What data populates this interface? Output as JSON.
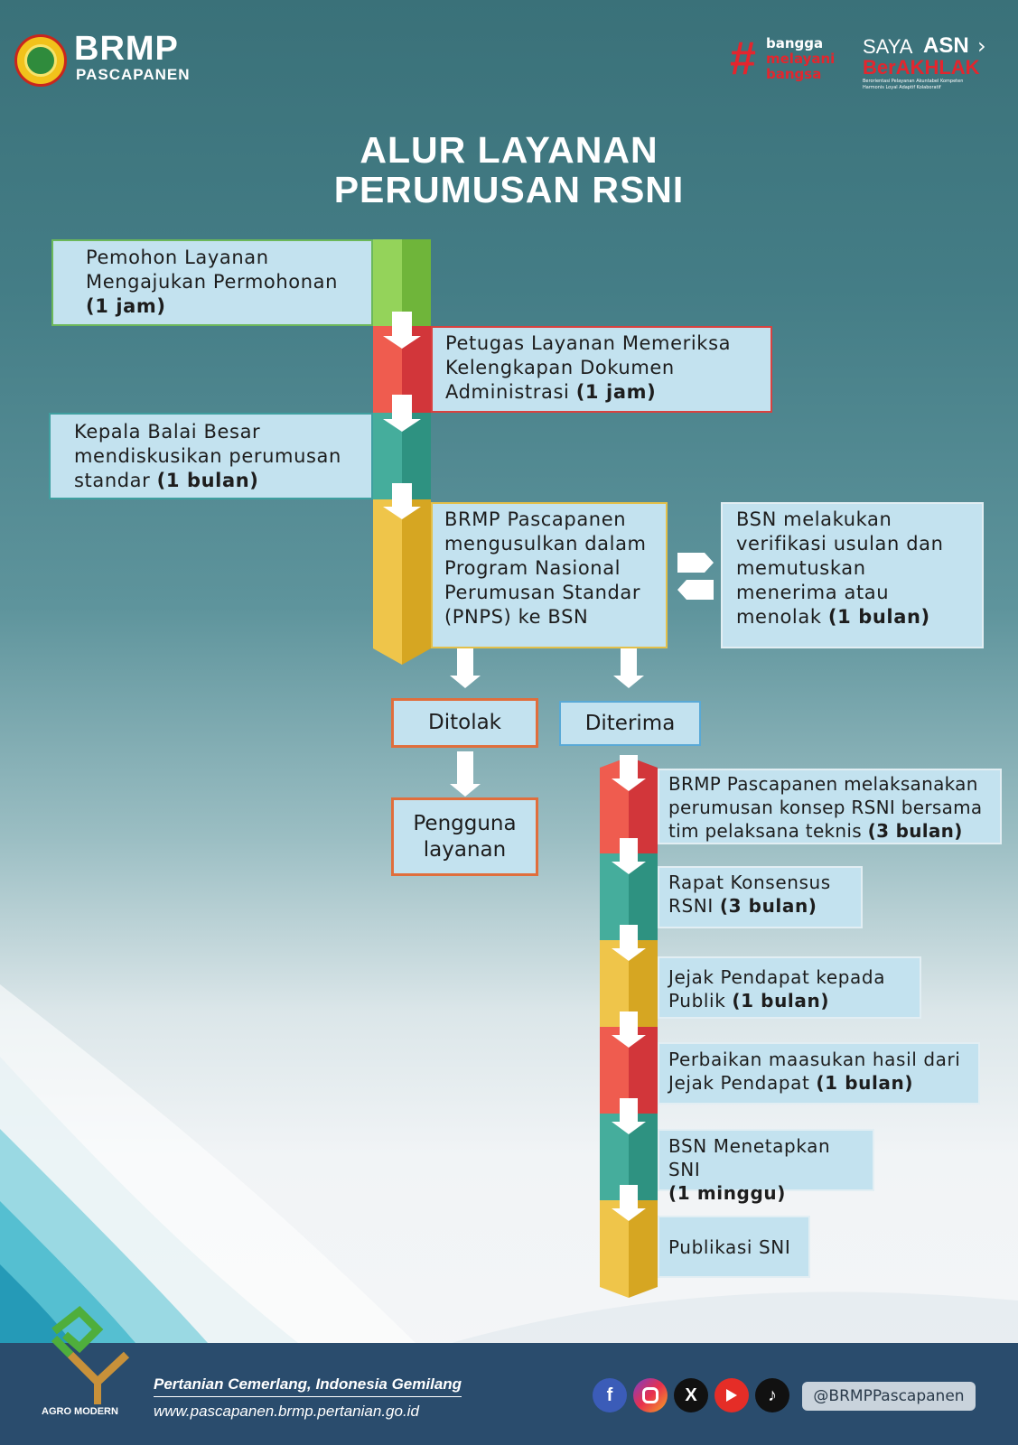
{
  "header": {
    "logo_name": "BRMP",
    "logo_sub": "PASCAPANEN",
    "bangga_lines": [
      "bangga",
      "melayani",
      "bangsa"
    ],
    "asn_prefix": "SAYA",
    "asn_word": "ASN",
    "berakhlak": "BerAKHLAK",
    "berakhlak_small_1": "Berorientasi Pelayanan Akuntabel Kompeten",
    "berakhlak_small_2": "Harmonis Loyal Adaptif Kolaboratif"
  },
  "title": {
    "line1": "ALUR LAYANAN",
    "line2": "PERUMUSAN  RSNI"
  },
  "steps": [
    {
      "text": "Pemohon Layanan Mengajukan Permohonan",
      "duration": "(1 jam)"
    },
    {
      "text": "Petugas Layanan Memeriksa Kelengkapan Dokumen Administrasi",
      "duration": "(1 jam)"
    },
    {
      "text": "Kepala Balai Besar mendiskusikan perumusan standar",
      "duration": "(1 bulan)"
    },
    {
      "text": "BRMP Pascapanen mengusulkan dalam Program Nasional Perumusan Standar (PNPS) ke BSN",
      "duration": ""
    }
  ],
  "bsn_box": {
    "text": "BSN melakukan verifikasi usulan dan memutuskan menerima atau menolak",
    "duration": "(1 bulan)"
  },
  "decision": {
    "rejected": "Ditolak",
    "accepted": "Diterima",
    "user": "Pengguna layanan"
  },
  "steps2": [
    {
      "text": "BRMP Pascapanen melaksanakan perumusan konsep RSNI bersama tim pelaksana teknis",
      "duration": "(3 bulan)"
    },
    {
      "text": "Rapat Konsensus RSNI",
      "duration": "(3 bulan)"
    },
    {
      "text": "Jejak Pendapat kepada Publik",
      "duration": "(1 bulan)"
    },
    {
      "text": "Perbaikan maasukan hasil dari Jejak Pendapat",
      "duration": "(1 bulan)"
    },
    {
      "text": "BSN Menetapkan SNI",
      "duration": "(1 minggu)"
    },
    {
      "text": "Publikasi SNI",
      "duration": ""
    }
  ],
  "footer": {
    "agro": "AGRO MODERN",
    "slogan": "Pertanian Cemerlang, Indonesia Gemilang",
    "website": "www.pascapanen.brmp.pertanian.go.id",
    "handle": "@BRMPPascapanen",
    "icons": [
      "facebook-icon",
      "instagram-icon",
      "x-icon",
      "youtube-icon",
      "tiktok-icon"
    ]
  },
  "colors": {
    "green": "#7cc342",
    "red": "#e54d44",
    "teal": "#38a191",
    "yellow": "#e8bd3e",
    "box": "#c3e2ef",
    "footer": "#2a4c6d"
  }
}
